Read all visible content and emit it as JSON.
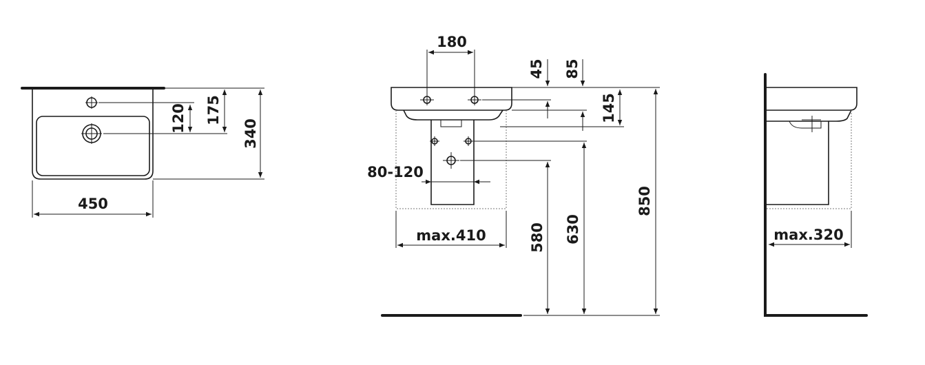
{
  "views": {
    "top": {
      "width": "450",
      "depth": "340",
      "tap_hole_offset": "175",
      "drain_offset": "120"
    },
    "front": {
      "tap_spacing": "180",
      "rim_to_tap": "45",
      "rim_to_drain": "85",
      "bowl_depth": "145",
      "siphon_width": "80-120",
      "max_width": "max.410",
      "floor_to_drain": "580",
      "floor_to_waste": "630",
      "floor_to_rim": "850"
    },
    "side": {
      "max_depth": "max.320"
    }
  }
}
